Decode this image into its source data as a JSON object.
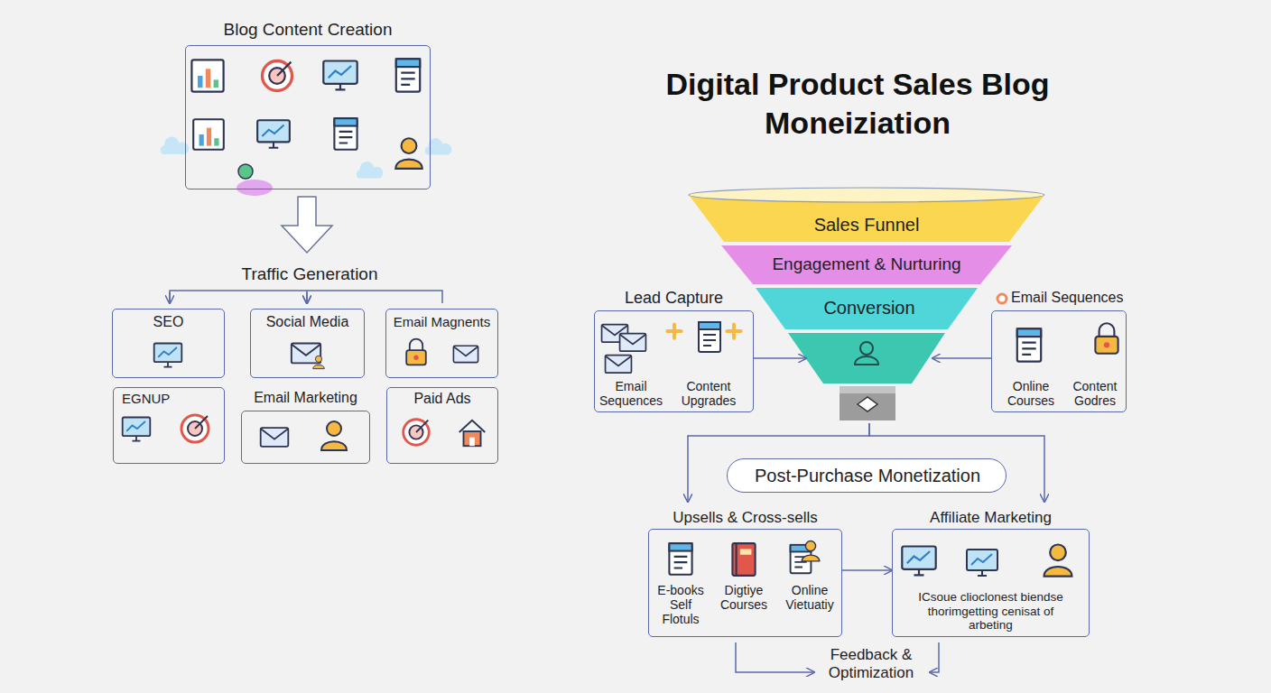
{
  "diagram": {
    "title": "Digital Product Sales Blog Moneiziation",
    "nodes": [
      {
        "text": [
          "Blog Content Creation"
        ]
      },
      {
        "text": [
          "SEO"
        ]
      },
      {
        "text": [
          "Social Media"
        ]
      },
      {
        "text": [
          "Email Magnents"
        ]
      },
      {
        "text": [
          "EGNUP"
        ]
      },
      {
        "text": [
          "Email Marketing"
        ]
      },
      {
        "text": [
          "Paid Ads"
        ]
      },
      {
        "text": [
          "Sales Funnel"
        ]
      },
      {
        "text": [
          "Engagement & Nurturing"
        ]
      },
      {
        "text": [
          "Conversion"
        ]
      },
      {
        "text": [
          "Lead Capture",
          "Email Sequences",
          "Content Upgrades"
        ]
      },
      {
        "text": [
          "Email Sequences",
          "Online Courses",
          "Content Godres"
        ]
      },
      {
        "text": [
          "Post-Purchase Monetization"
        ]
      },
      {
        "text": [
          "Upsells & Cross-sells",
          "E-books Self Flotuls",
          "Digtiye Courses",
          "Online Vietuatiy"
        ]
      },
      {
        "text": [
          "Affiliate Marketing",
          "ICsoue clioclonest biendse thorimgetting cenisat of arbeting"
        ]
      }
    ],
    "edges": [
      {
        "from": 10,
        "to": 9,
        "arrow": "to"
      },
      {
        "from": 11,
        "to": 9,
        "arrow": "to"
      },
      {
        "from": 9,
        "to": 13,
        "arrow": "to"
      },
      {
        "from": 9,
        "to": 14,
        "arrow": "to"
      },
      {
        "from": 13,
        "to": 14,
        "arrow": "to"
      }
    ],
    "labels": [
      "Traffic Generation",
      "Feedback & Optimization"
    ]
  }
}
